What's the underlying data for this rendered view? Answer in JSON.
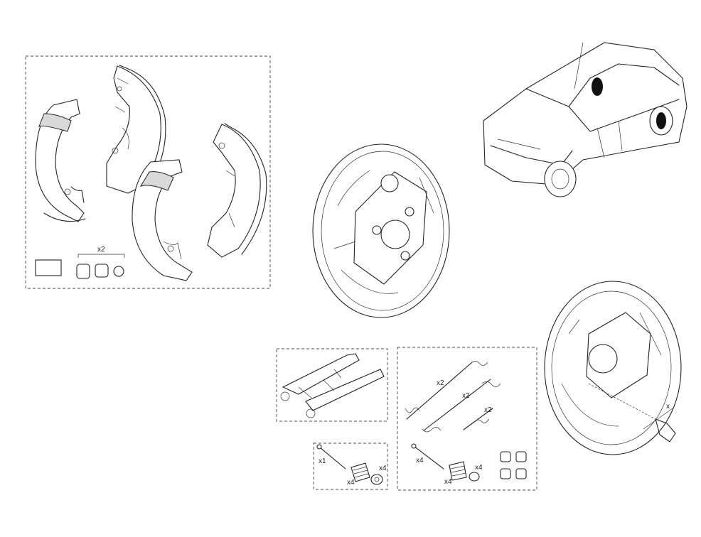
{
  "diagram": {
    "labels": {
      "shoe_kit_qty": "x2",
      "adjuster_qty_left": "x1",
      "spring_qty_left": "x4",
      "washer_qty_left": "x4",
      "upper_spring_qty": "x2",
      "lower_spring_qty": "x2",
      "small_spring_qty": "x2",
      "pin_qty_right": "x4",
      "coil_qty_right": "x4",
      "cup_qty_right": "x4",
      "dimension_label": "x"
    }
  }
}
